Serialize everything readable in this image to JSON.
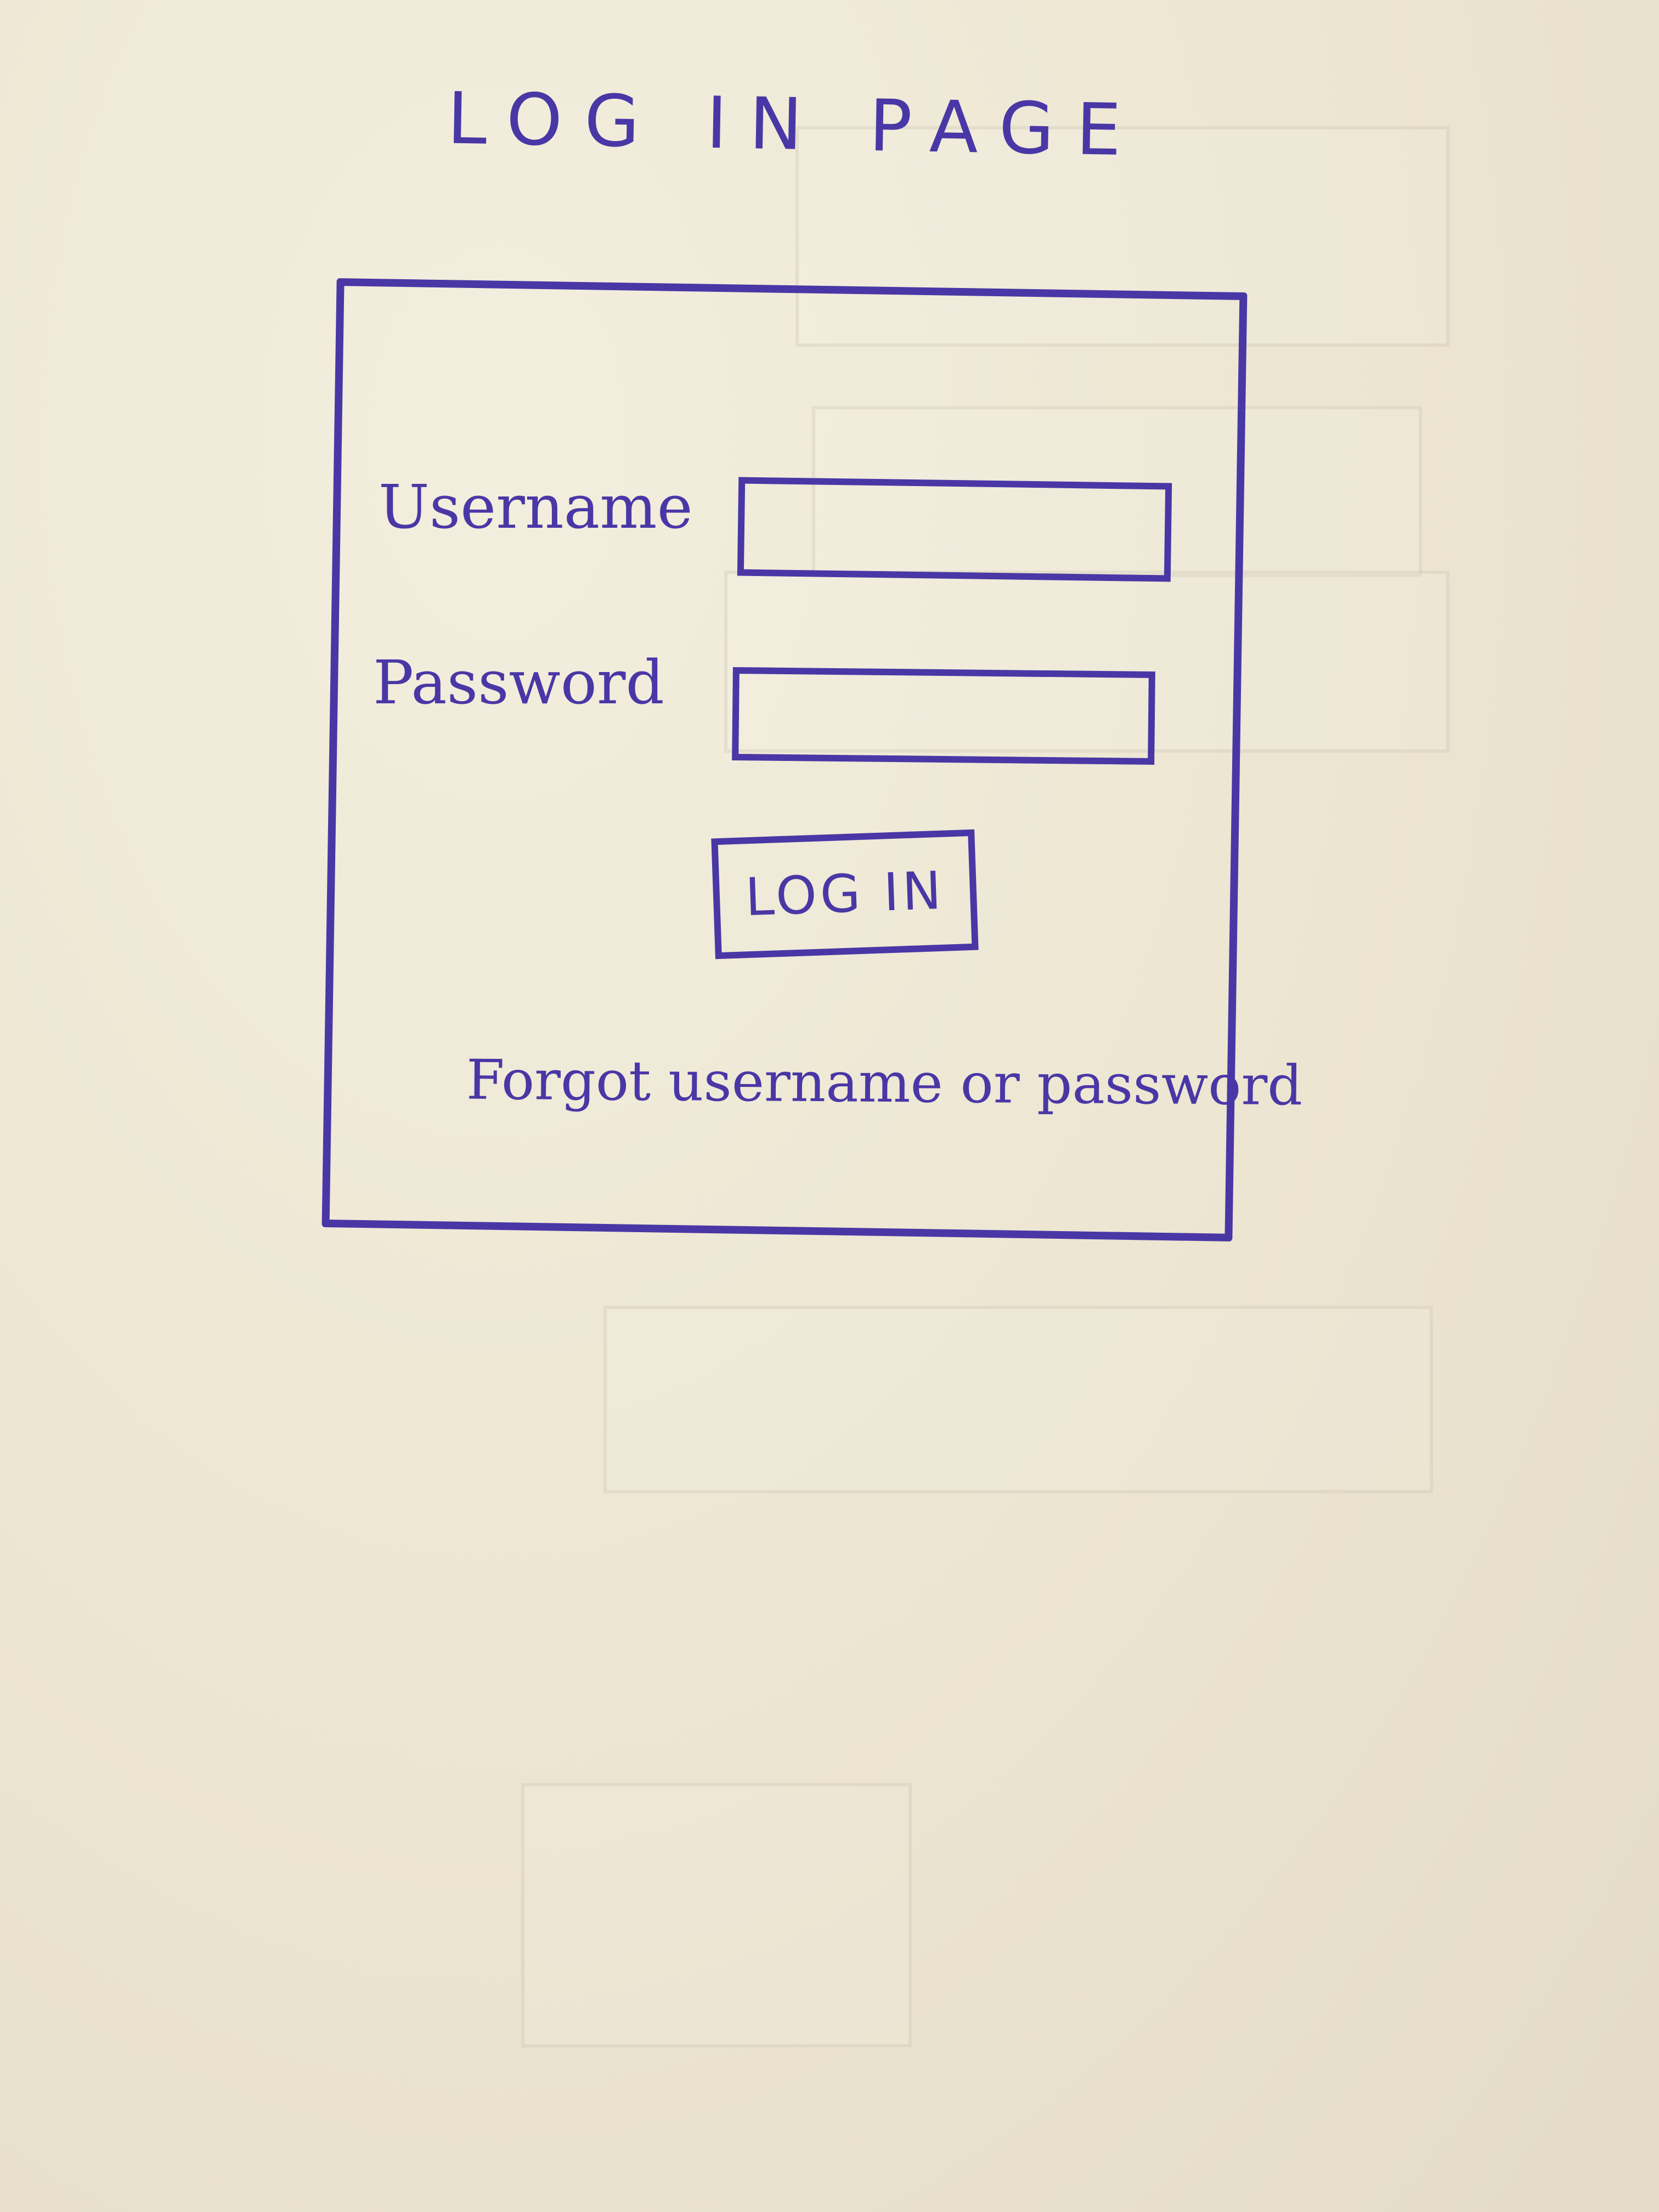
{
  "page": {
    "title": "LOG IN PAGE"
  },
  "form": {
    "username_label": "Username",
    "username_value": "",
    "password_label": "Password",
    "password_value": "",
    "login_button": "LOG IN",
    "forgot_link": "Forgot username or password"
  },
  "colors": {
    "ink": "#4a37a6",
    "paper": "#ede6d3"
  }
}
